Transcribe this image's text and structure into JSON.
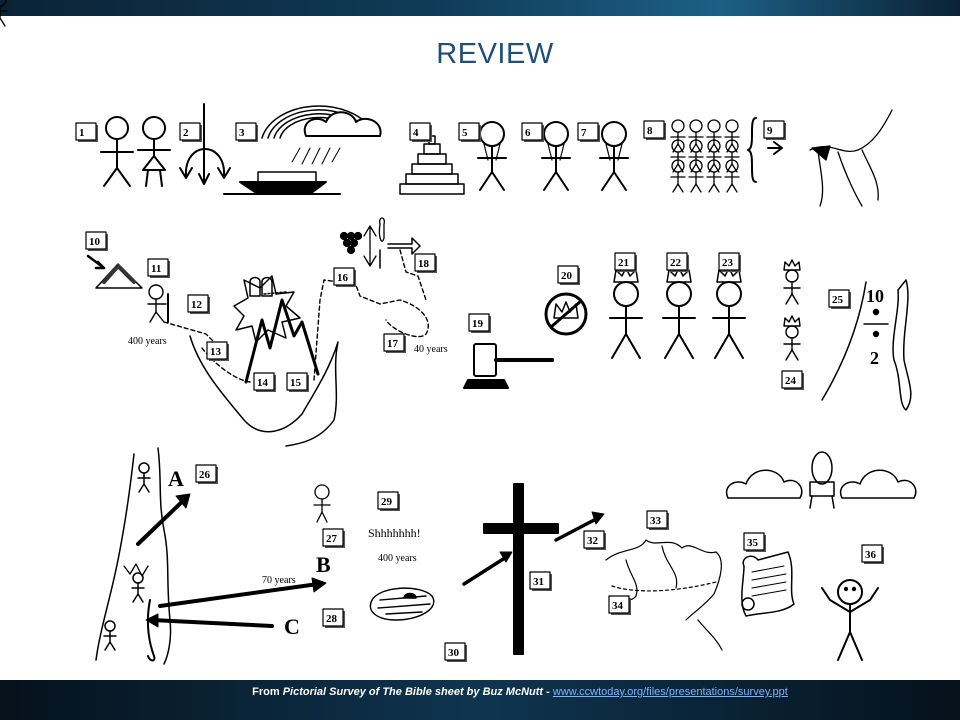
{
  "slide": {
    "title": "REVIEW"
  },
  "labels": {
    "shhh": "Shhhhhhh!",
    "years_400_a": "400 years",
    "years_40": "40 years",
    "years_400_b": "400 years",
    "years_70": "70 years",
    "ten": "10",
    "two": "2",
    "letter_a": "A",
    "letter_b": "B",
    "letter_c": "C"
  },
  "footer": {
    "prefix": "From",
    "source": "Pictorial Survey of The Bible sheet by Buz McNutt",
    "dash": "-",
    "url": "www.ccwtoday.org/files/presentations/survey.ppt"
  },
  "numbers": [
    "1",
    "2",
    "3",
    "4",
    "5",
    "6",
    "7",
    "8",
    "9",
    "10",
    "11",
    "12",
    "13",
    "14",
    "15",
    "16",
    "17",
    "18",
    "19",
    "20",
    "21",
    "22",
    "23",
    "24",
    "25",
    "26",
    "27",
    "28",
    "29",
    "30",
    "31",
    "32",
    "33",
    "34",
    "35",
    "36"
  ]
}
